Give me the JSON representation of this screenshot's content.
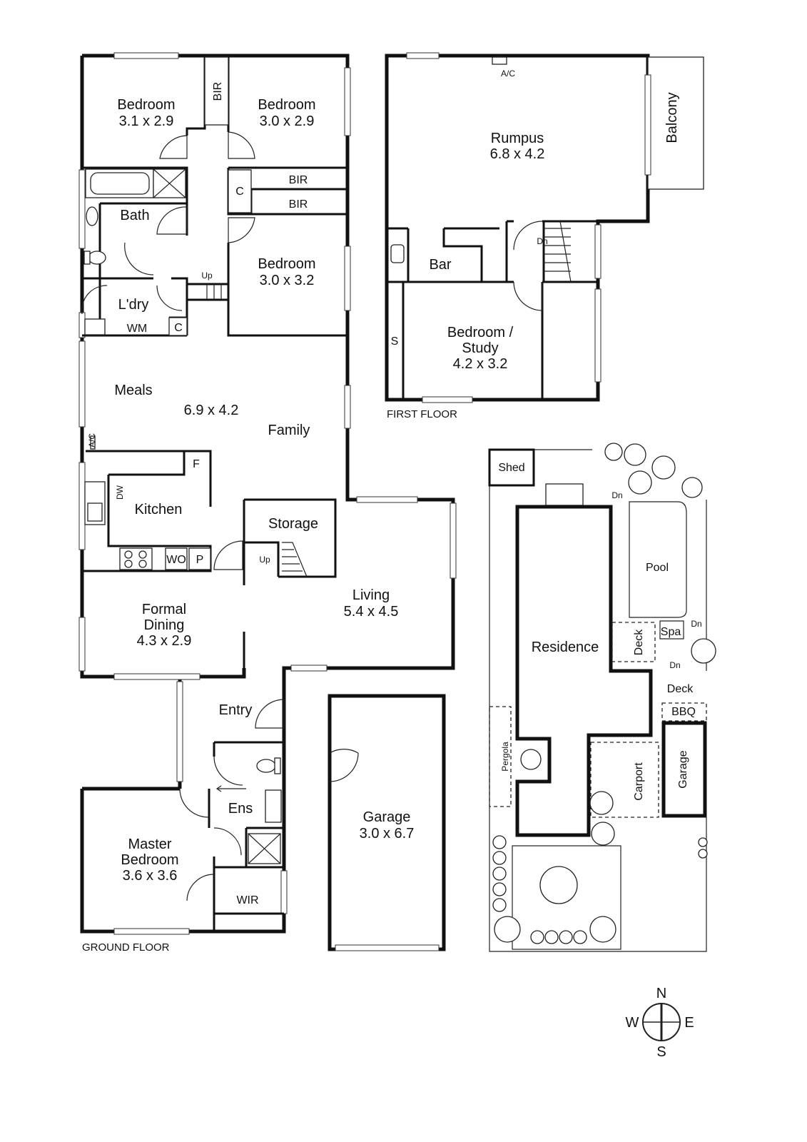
{
  "ground_floor": {
    "floor_label": "GROUND FLOOR",
    "rooms": {
      "bedroom_1_name": "Bedroom",
      "bedroom_1_size": "3.1 x 2.9",
      "bedroom_2_name": "Bedroom",
      "bedroom_2_size": "3.0 x 2.9",
      "bedroom_3_name": "Bedroom",
      "bedroom_3_size": "3.0 x 3.2",
      "bath": "Bath",
      "laundry": "L'dry",
      "meals": "Meals",
      "meals_family_size": "6.9 x 4.2",
      "family": "Family",
      "kitchen": "Kitchen",
      "storage": "Storage",
      "living_name": "Living",
      "living_size": "5.4 x 4.5",
      "formal_dining_line1": "Formal",
      "formal_dining_line2": "Dining",
      "formal_dining_size": "4.3 x 2.9",
      "entry": "Entry",
      "ensuite": "Ens",
      "master_line1": "Master",
      "master_line2": "Bedroom",
      "master_size": "3.6 x 3.6",
      "wir": "WIR",
      "garage_name": "Garage",
      "garage_size": "3.0 x 6.7"
    },
    "fixtures": {
      "bir_1": "BIR",
      "bir_2": "BIR",
      "bir_3": "BIR",
      "cupboard_1": "C",
      "cupboard_2": "C",
      "washing_machine": "WM",
      "ac": "A/C",
      "dishwasher": "DW",
      "fridge": "F",
      "wall_oven": "WO",
      "pantry": "P",
      "stair_up_1": "Up",
      "stair_up_2": "Up"
    }
  },
  "first_floor": {
    "floor_label": "FIRST FLOOR",
    "rooms": {
      "rumpus_name": "Rumpus",
      "rumpus_size": "6.8 x 4.2",
      "balcony": "Balcony",
      "bar": "Bar",
      "study_line1": "Bedroom /",
      "study_line2": "Study",
      "study_size": "4.2 x 3.2"
    },
    "fixtures": {
      "ac": "A/C",
      "stair_down": "Dn",
      "shelf": "S"
    }
  },
  "site_plan": {
    "shed": "Shed",
    "pool": "Pool",
    "spa": "Spa",
    "residence": "Residence",
    "deck_1": "Deck",
    "deck_2": "Deck",
    "bbq": "BBQ",
    "pergola": "Pergola",
    "carport": "Carport",
    "garage": "Garage",
    "dn_1": "Dn",
    "dn_2": "Dn",
    "dn_3": "Dn"
  },
  "compass": {
    "north": "N",
    "south": "S",
    "east": "E",
    "west": "W"
  }
}
